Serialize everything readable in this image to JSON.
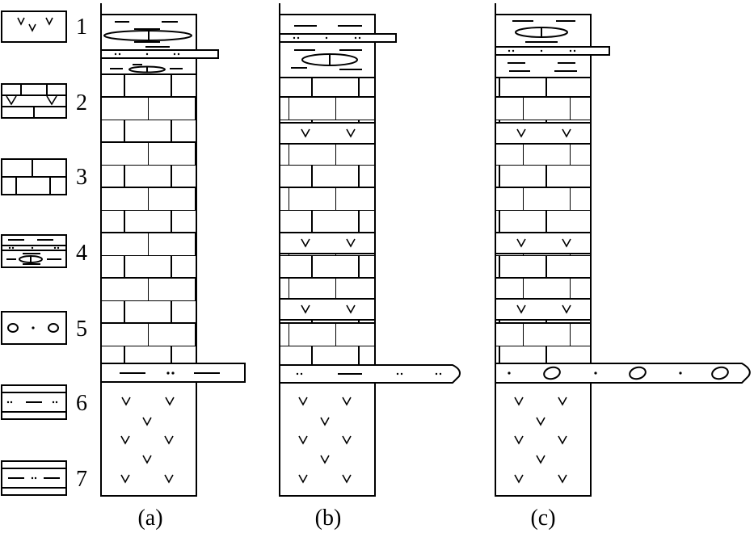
{
  "legend": {
    "items": [
      {
        "number": "1",
        "pattern": "volcanic-rock"
      },
      {
        "number": "2",
        "pattern": "volcanic-limestone"
      },
      {
        "number": "3",
        "pattern": "limestone"
      },
      {
        "number": "4",
        "pattern": "mudstone-with-lenses"
      },
      {
        "number": "5",
        "pattern": "sandstone-with-nodules"
      },
      {
        "number": "6",
        "pattern": "silty-shale"
      },
      {
        "number": "7",
        "pattern": "silty-shale-thin"
      }
    ]
  },
  "columns": [
    {
      "id": "a",
      "caption": "(a)"
    },
    {
      "id": "b",
      "caption": "(b)"
    },
    {
      "id": "c",
      "caption": "(c)"
    }
  ]
}
